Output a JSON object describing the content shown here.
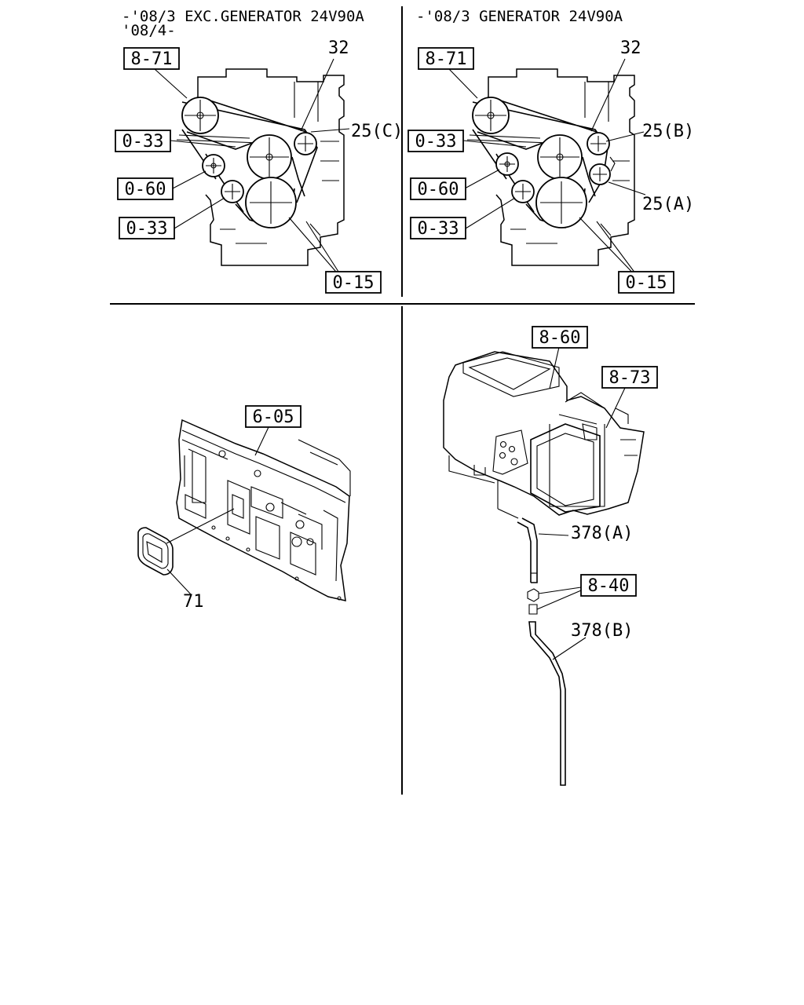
{
  "headers": {
    "top_left_line1": "-'08/3 EXC.GENERATOR 24V90A",
    "top_left_line2": "'08/4-",
    "top_right": "-'08/3 GENERATOR 24V90A"
  },
  "panel_top_left": {
    "ref_8_71": "8-71",
    "ref_0_33_upper": "0-33",
    "ref_0_60": "0-60",
    "ref_0_33_lower": "0-33",
    "ref_0_15": "0-15",
    "callout_32": "32",
    "callout_25c": "25(C)"
  },
  "panel_top_right": {
    "ref_8_71": "8-71",
    "ref_0_33_upper": "0-33",
    "ref_0_60": "0-60",
    "ref_0_33_lower": "0-33",
    "ref_0_15": "0-15",
    "callout_32": "32",
    "callout_25b": "25(B)",
    "callout_25a": "25(A)"
  },
  "panel_bottom_left": {
    "ref_6_05": "6-05",
    "callout_71": "71"
  },
  "panel_bottom_right": {
    "ref_8_60": "8-60",
    "ref_8_73": "8-73",
    "ref_8_40": "8-40",
    "callout_378a": "378(A)",
    "callout_378b": "378(B)"
  }
}
